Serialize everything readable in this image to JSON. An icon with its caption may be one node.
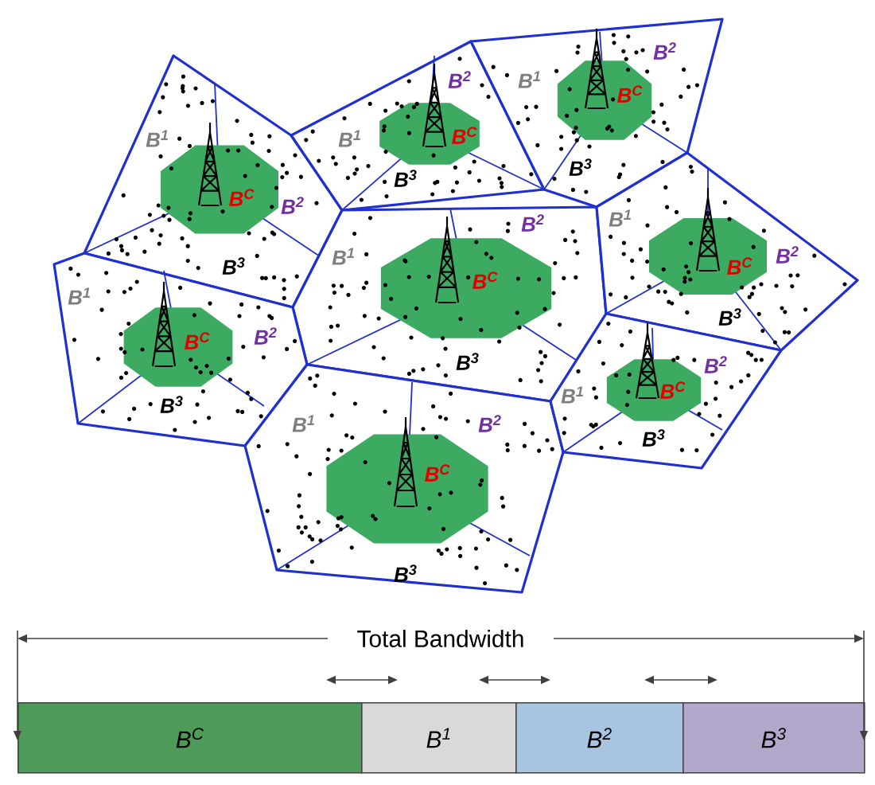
{
  "diagram": {
    "nodes": [
      {
        "text": [
          "B$^{1}$",
          "B$^{2}$",
          "B$^{3}$"
        ]
      },
      {
        "text": [
          "B$^{C}$"
        ],
        "in": 0
      },
      {
        "text": [
          "B$^{1}$",
          "B$^{2}$",
          "B$^{3}$"
        ]
      },
      {
        "text": [
          "B$^{C}$"
        ],
        "in": 2
      },
      {
        "text": [
          "B$^{1}$",
          "B$^{2}$",
          "B$^{3}$"
        ]
      },
      {
        "text": [
          "B$^{C}$"
        ],
        "in": 4
      },
      {
        "text": [
          "B$^{1}$",
          "B$^{2}$",
          "B$^{3}$"
        ]
      },
      {
        "text": [
          "B$^{C}$"
        ],
        "in": 6
      },
      {
        "text": [
          "B$^{1}$",
          "B$^{2}$",
          "B$^{3}$"
        ]
      },
      {
        "text": [
          "B$^{C}$"
        ],
        "in": 8
      },
      {
        "text": [
          "B$^{1}$",
          "B$^{2}$",
          "B$^{3}$"
        ]
      },
      {
        "text": [
          "B$^{C}$"
        ],
        "in": 10
      },
      {
        "text": [
          "B$^{1}$",
          "B$^{2}$",
          "B$^{3}$"
        ]
      },
      {
        "text": [
          "B$^{C}$"
        ],
        "in": 12
      },
      {
        "text": [
          "B$^{1}$",
          "B$^{2}$",
          "B$^{3}$"
        ]
      },
      {
        "text": [
          "B$^{C}$"
        ],
        "in": 14
      },
      {
        "text": [
          "B$^{C}$"
        ]
      },
      {
        "text": [
          "B$^{1}$"
        ]
      },
      {
        "text": [
          "B$^{2}$"
        ]
      },
      {
        "text": [
          "B$^{3}$"
        ]
      }
    ],
    "labels": [
      "Total Bandwidth"
    ]
  }
}
